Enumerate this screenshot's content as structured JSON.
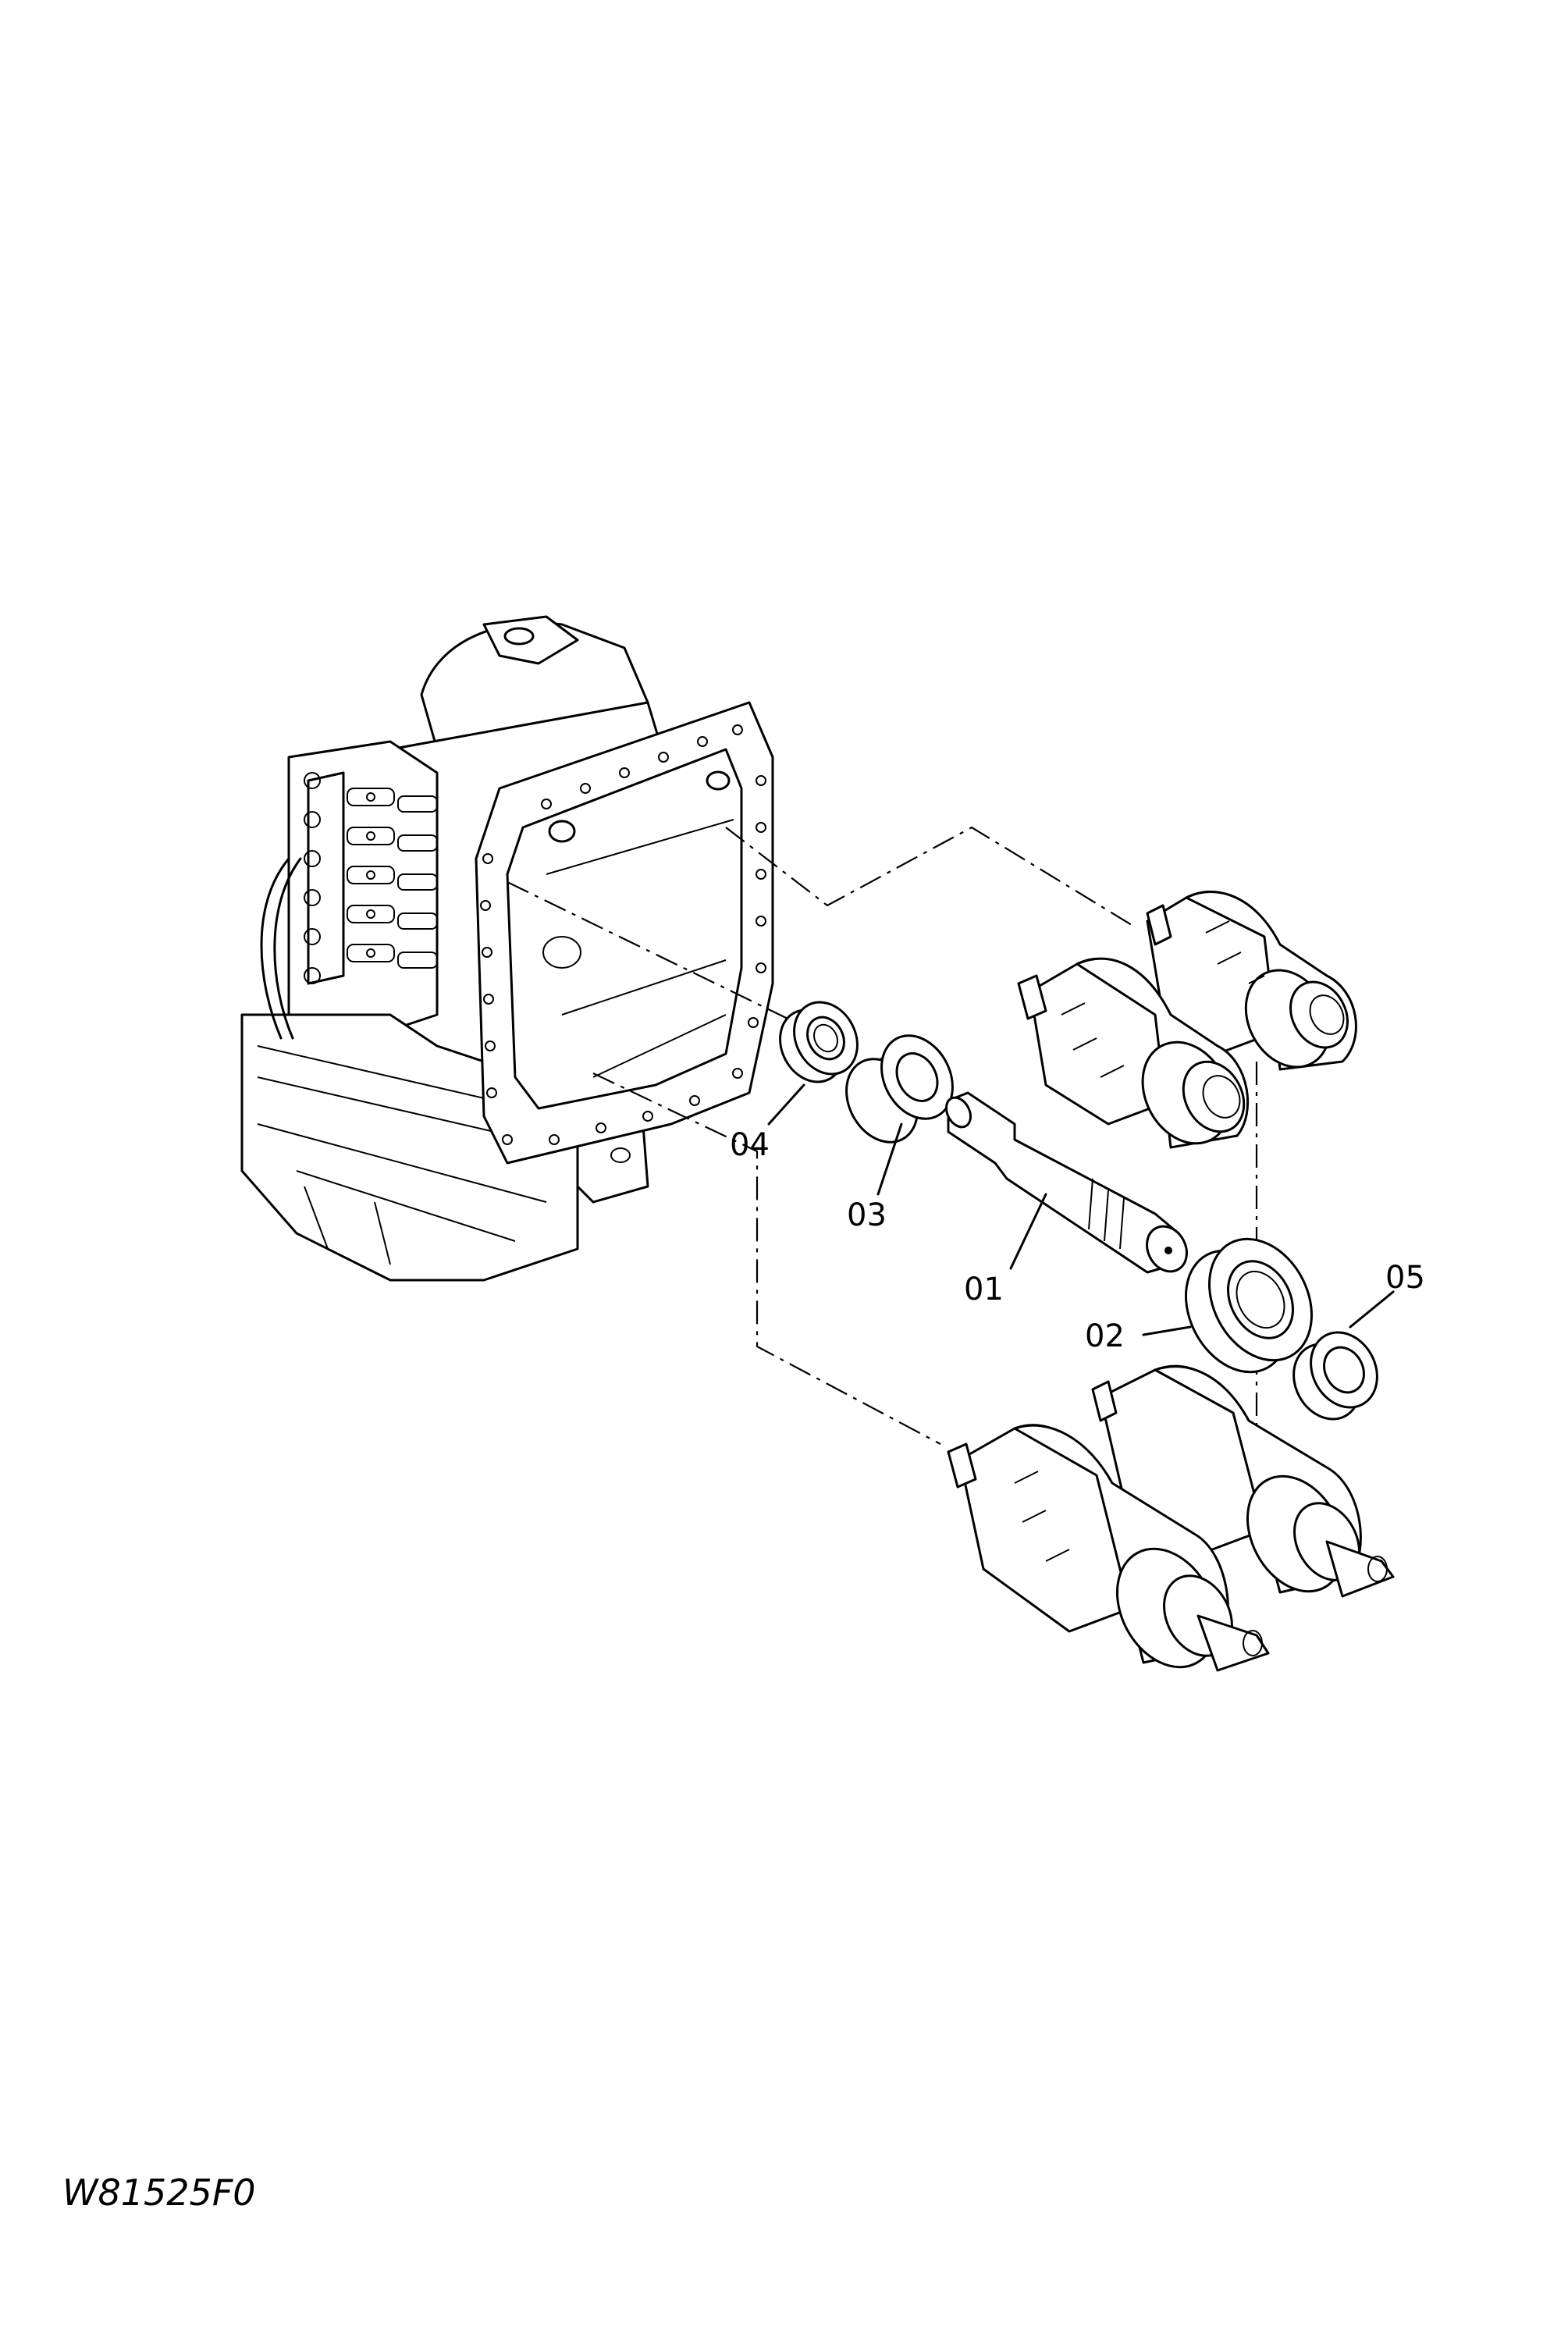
{
  "figure": {
    "drawing_code": "W81525F0",
    "callouts": [
      {
        "id": "01",
        "text": "01"
      },
      {
        "id": "02",
        "text": "02"
      },
      {
        "id": "03",
        "text": "03"
      },
      {
        "id": "04",
        "text": "04"
      },
      {
        "id": "05",
        "text": "05"
      }
    ]
  }
}
